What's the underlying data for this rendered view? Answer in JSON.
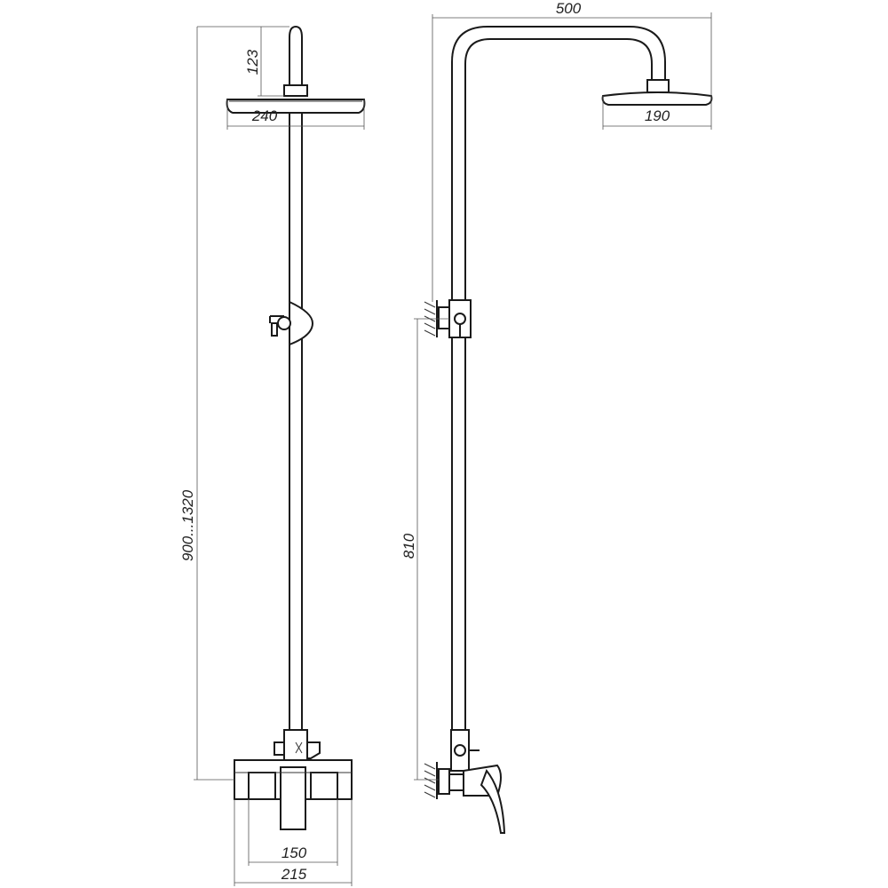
{
  "drawing": {
    "front_view": {
      "dimensions": {
        "shower_head_neck": "123",
        "shower_head_diameter": "240",
        "rail_height": "900...1320",
        "mixer_spacing": "150",
        "mixer_width": "215"
      }
    },
    "side_view": {
      "dimensions": {
        "arm_reach": "500",
        "shower_head_diameter": "190",
        "bracket_height": "810"
      }
    }
  }
}
